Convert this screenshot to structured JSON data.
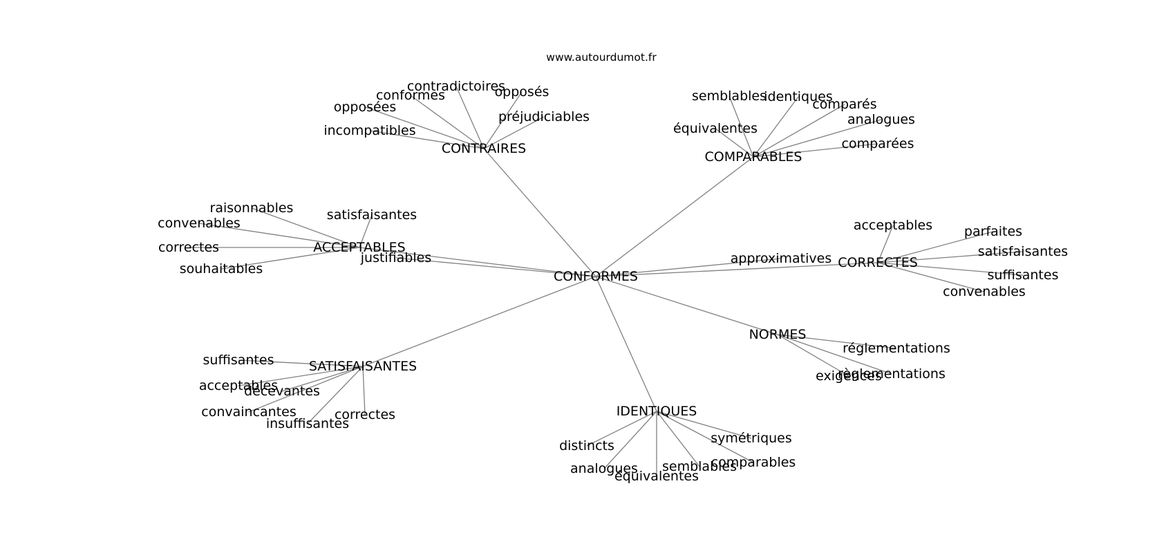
{
  "header": {
    "source": "www.autourdumot.fr"
  },
  "graph": {
    "center": "CONFORMES",
    "hubs": [
      {
        "label": "CONTRAIRES",
        "leaves": [
          "contradictoires",
          "conformes",
          "opposés",
          "opposées",
          "préjudiciables",
          "incompatibles"
        ]
      },
      {
        "label": "COMPARABLES",
        "leaves": [
          "semblables",
          "identiques",
          "comparés",
          "analogues",
          "équivalentes",
          "comparées"
        ]
      },
      {
        "label": "ACCEPTABLES",
        "leaves": [
          "raisonnables",
          "satisfaisantes",
          "convenables",
          "correctes",
          "souhaitables"
        ]
      },
      {
        "label": "CORRECTES",
        "leaves": [
          "acceptables",
          "parfaites",
          "satisfaisantes",
          "suffisantes",
          "convenables"
        ]
      },
      {
        "label": "NORMES",
        "leaves": [
          "réglementations",
          "exigences",
          "règlementations"
        ]
      },
      {
        "label": "SATISFAISANTES",
        "leaves": [
          "suffisantes",
          "acceptables",
          "décevantes",
          "convaincantes",
          "insuffisantes",
          "correctes"
        ]
      },
      {
        "label": "IDENTIQUES",
        "leaves": [
          "distincts",
          "symétriques",
          "analogues",
          "équivalentes",
          "semblables",
          "comparables"
        ]
      }
    ],
    "direct_leaves": [
      "justifiables",
      "approximatives"
    ]
  }
}
